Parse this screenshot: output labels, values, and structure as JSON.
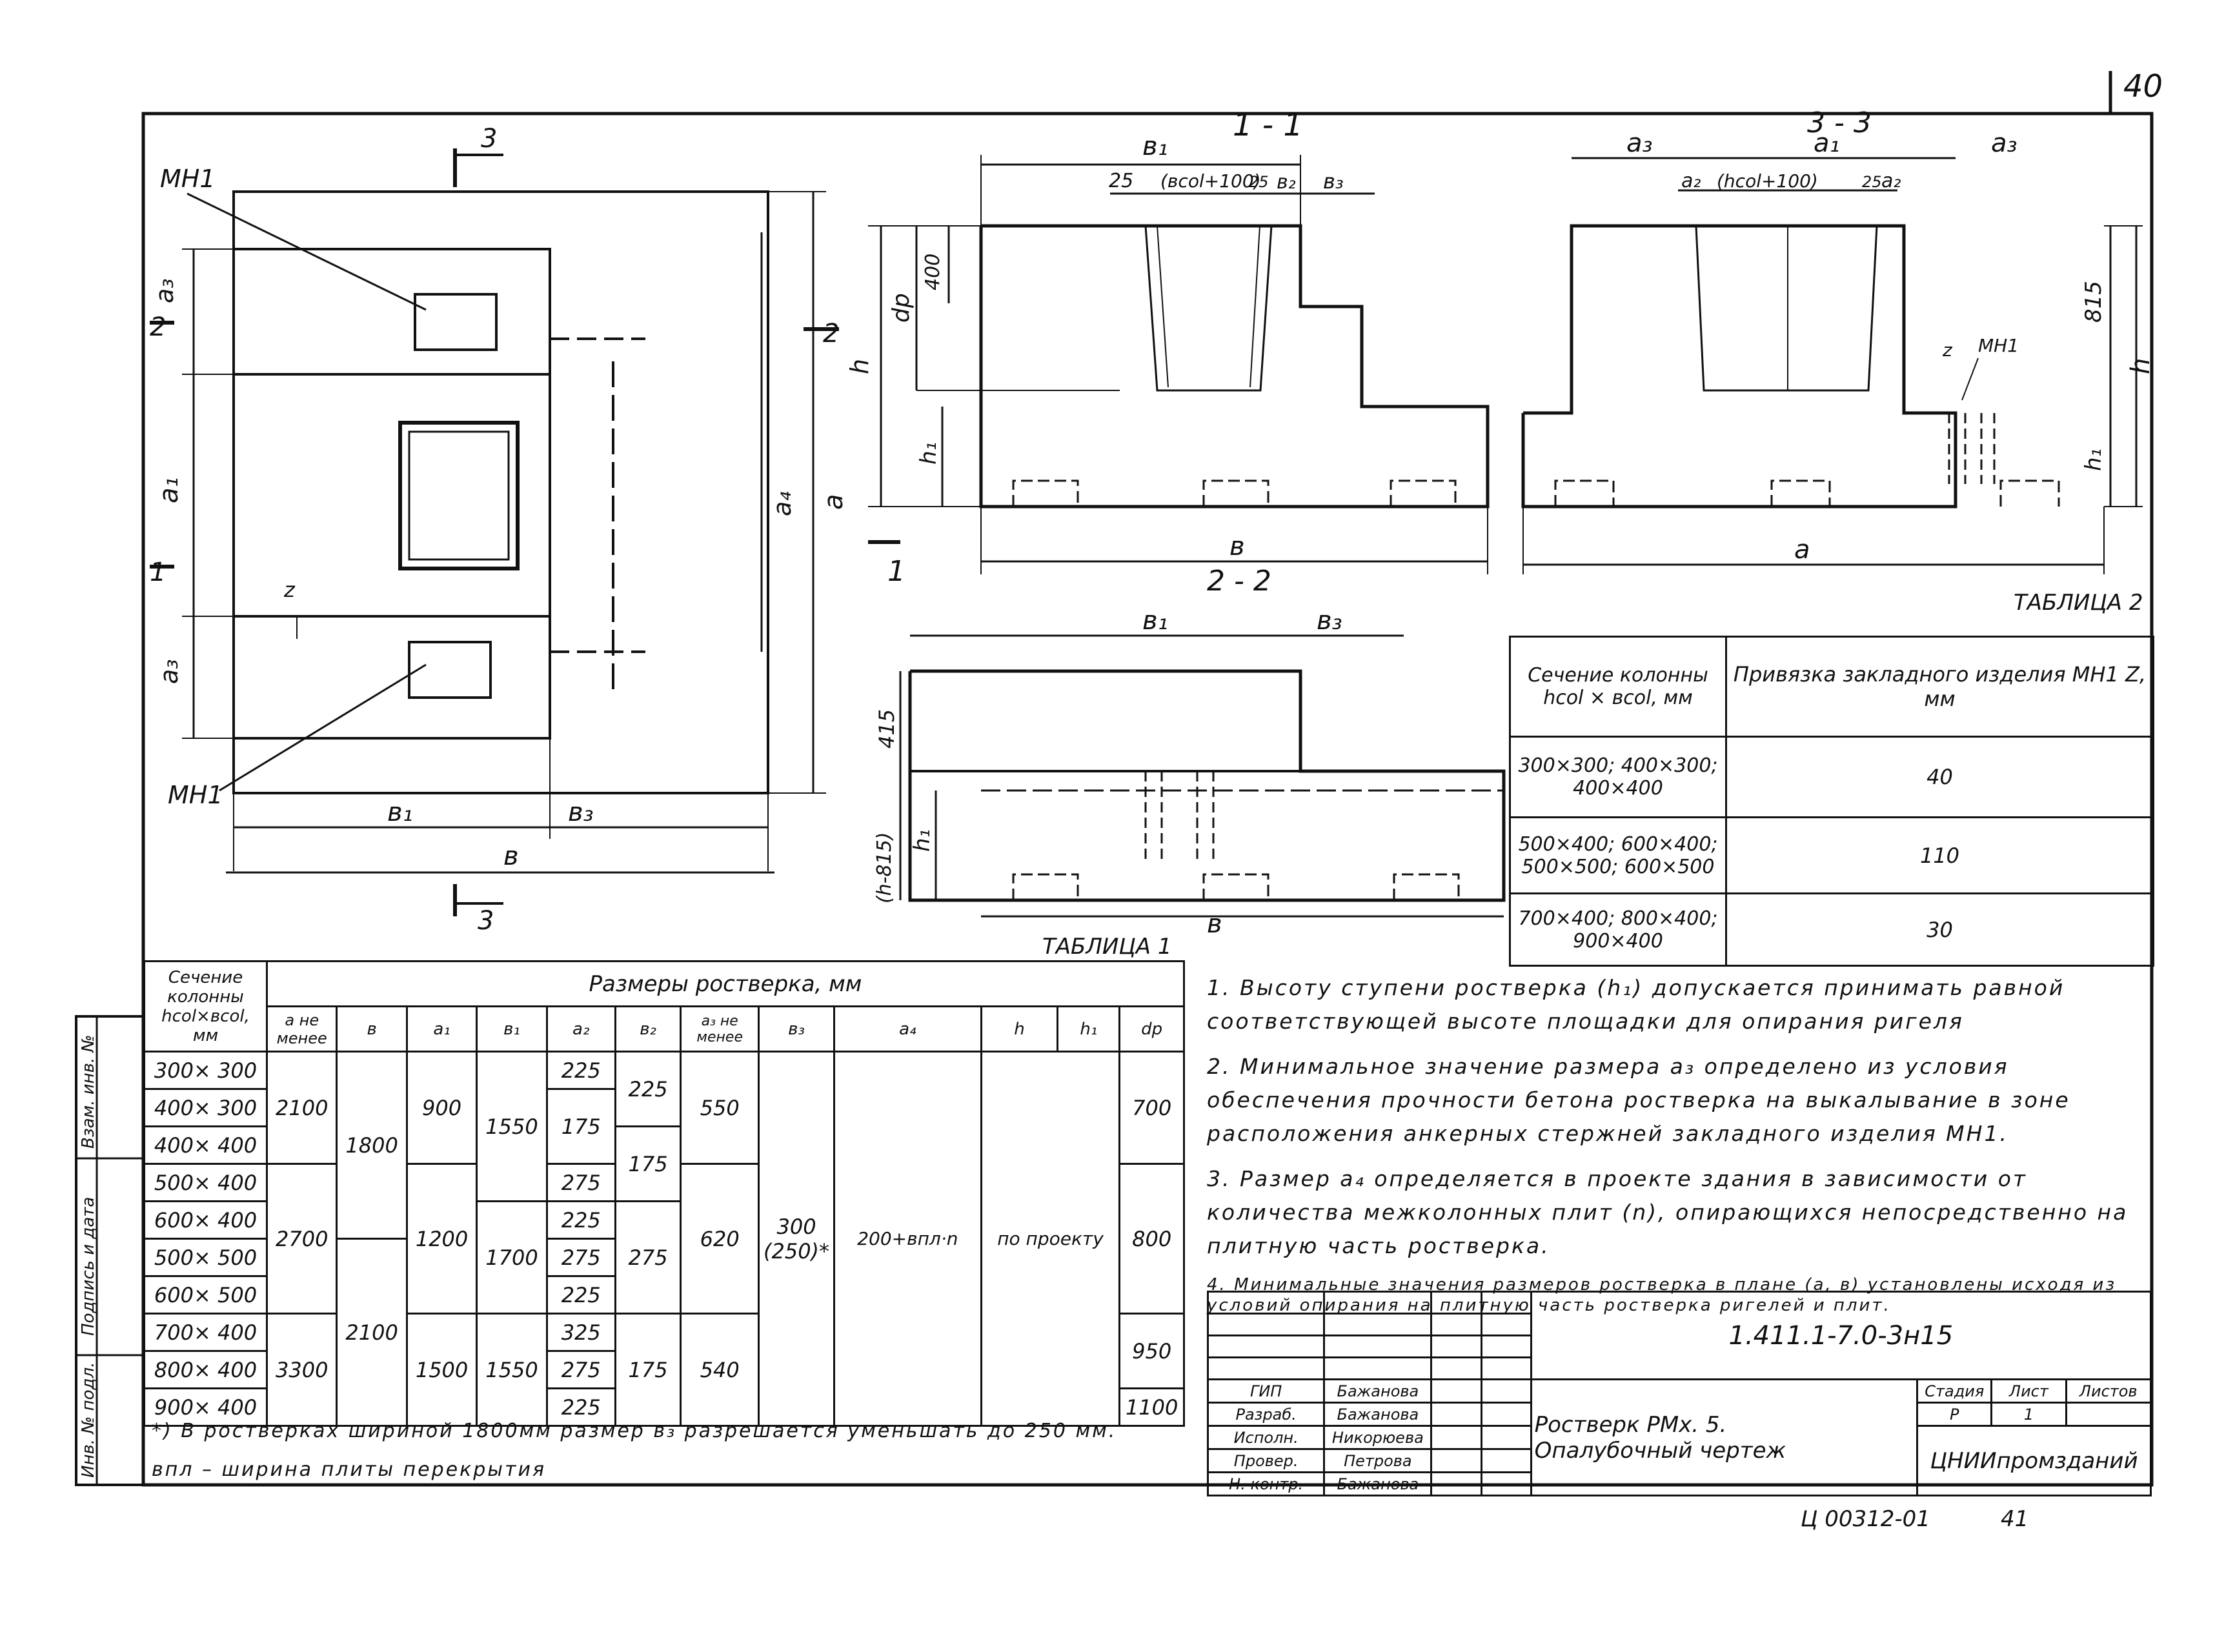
{
  "page_number": "40",
  "bottom_code": "Ц 00312-01",
  "bottom_page": "41",
  "tab2_caption": "ТАБЛИЦА 2",
  "tab1_caption": "ТАБЛИЦА 1",
  "drawing_labels": {
    "mh1_top": "МН1",
    "mh1_bottom": "МН1",
    "mh1_section": "МН1",
    "sec11": "1 - 1",
    "sec22": "2 - 2",
    "sec33": "3 - 3",
    "cut3": "3",
    "cut2": "2",
    "cut1": "1",
    "a": "a",
    "a1": "a₁",
    "a2": "a₂",
    "a3": "a₃",
    "a4": "a₄",
    "b": "в",
    "b1": "в₁",
    "b2": "в₂",
    "b3": "в₃",
    "h": "h",
    "h1": "h₁",
    "dp": "dр",
    "z": "z",
    "dim_400": "400",
    "dim_815": "815",
    "dim_415": "415",
    "dim_h815": "(h-815)",
    "dim_25": "25",
    "bcol100": "(вcol+100)",
    "hcol100": "(hcol+100)"
  },
  "table2": {
    "header_col1": "Сечение колонны hcol × вcol, мм",
    "header_col2": "Привязка закладного изделия МН1 Z, мм",
    "rows": [
      {
        "section": "300×300; 400×300; 400×400",
        "z": "40"
      },
      {
        "section": "500×400; 600×400; 500×500; 600×500",
        "z": "110"
      },
      {
        "section": "700×400; 800×400; 900×400",
        "z": "30"
      }
    ]
  },
  "table1": {
    "header_section": "Сечение колонны hcol×вcol, мм",
    "header_group": "Размеры ростверка, мм",
    "columns": [
      "a не менее",
      "в",
      "a₁",
      "в₁",
      "a₂",
      "в₂",
      "a₃ не менее",
      "в₃",
      "a₄",
      "h",
      "h₁",
      "dр"
    ],
    "sections": [
      "300× 300",
      "400× 300",
      "400× 400",
      "500× 400",
      "600× 400",
      "500× 500",
      "600× 500",
      "700× 400",
      "800× 400",
      "900× 400"
    ],
    "a": [
      "2100",
      "2700",
      "3300"
    ],
    "b": [
      "1800",
      "2100"
    ],
    "a1": [
      "900",
      "1200",
      "1500"
    ],
    "b1": [
      "1550",
      "1700",
      "1550"
    ],
    "a2": [
      "225",
      "175",
      "275",
      "225",
      "275",
      "225",
      "325",
      "275",
      "225"
    ],
    "b2": [
      "225",
      "175",
      "275",
      "175"
    ],
    "a3": [
      "550",
      "620",
      "540"
    ],
    "b3": "300 (250)*",
    "a4": "200+впл·n",
    "h": "по проекту",
    "dp": [
      "700",
      "800",
      "950",
      "1100"
    ],
    "footnote1": "*) В ростверках шириной 1800мм размер в₃ разрешается уменьшать до 250 мм.",
    "footnote2": "впл – ширина плиты перекрытия"
  },
  "notes": [
    "1. Высоту ступени ростверка (h₁) допускается принимать равной соответствующей высоте площадки для опирания ригеля",
    "2. Минимальное значение размера a₃ определено из условия обеспечения прочности бетона ростверка на выкалывание в зоне расположения анкерных стержней закладного изделия МН1.",
    "3. Размер a₄ определяется в проекте здания в зависимости от количества межколонных плит (n), опирающихся непосредственно на плитную часть ростверка.",
    "4. Минимальные значения размеров ростверка в плане (а, в) установлены исходя из условий опирания на плитную часть ростверка ригелей и плит."
  ],
  "title_block": {
    "doc_code": "1.411.1-7.0-3н15",
    "title_line1": "Ростверк РМх. 5.",
    "title_line2": "Опалубочный чертеж",
    "stage_label": "Стадия",
    "sheet_label": "Лист",
    "sheets_label": "Листов",
    "stage": "Р",
    "sheet": "1",
    "org": "ЦНИИпромзданий",
    "roles": [
      {
        "role": "ГИП",
        "name": "Бажанова"
      },
      {
        "role": "Разраб.",
        "name": "Бажанова"
      },
      {
        "role": "Исполн.",
        "name": "Никорюева"
      },
      {
        "role": "Провер.",
        "name": "Петрова"
      },
      {
        "role": "Н. контр.",
        "name": "Бажанова"
      }
    ]
  },
  "side_stamp": {
    "inv": "Инв. № подл.",
    "sign": "Подпись и дата",
    "vzam": "Взам. инв. №"
  }
}
